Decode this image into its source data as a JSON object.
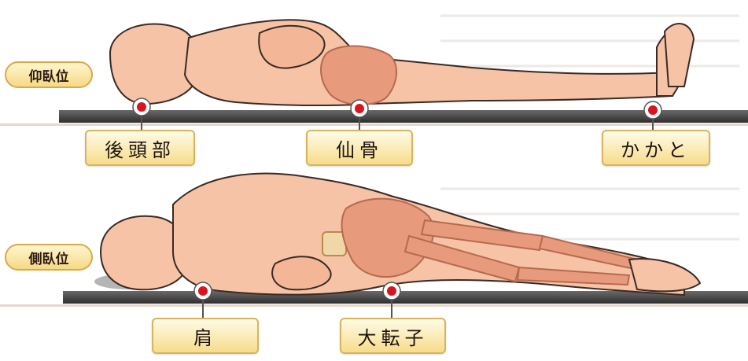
{
  "postures": [
    {
      "id": "supine",
      "label": "仰臥位"
    },
    {
      "id": "lateral",
      "label": "側臥位"
    }
  ],
  "pressure_sites": {
    "supine": [
      "後頭部",
      "仙骨",
      "かかと"
    ],
    "lateral": [
      "肩",
      "大転子"
    ]
  },
  "colors": {
    "skin": "#f6c3a6",
    "skin_outline": "#3a2a24",
    "bone": "#e89a7c",
    "bed": "#4a4a4a",
    "marker": "#d8141e",
    "label_fill": "#f7dc8a"
  }
}
